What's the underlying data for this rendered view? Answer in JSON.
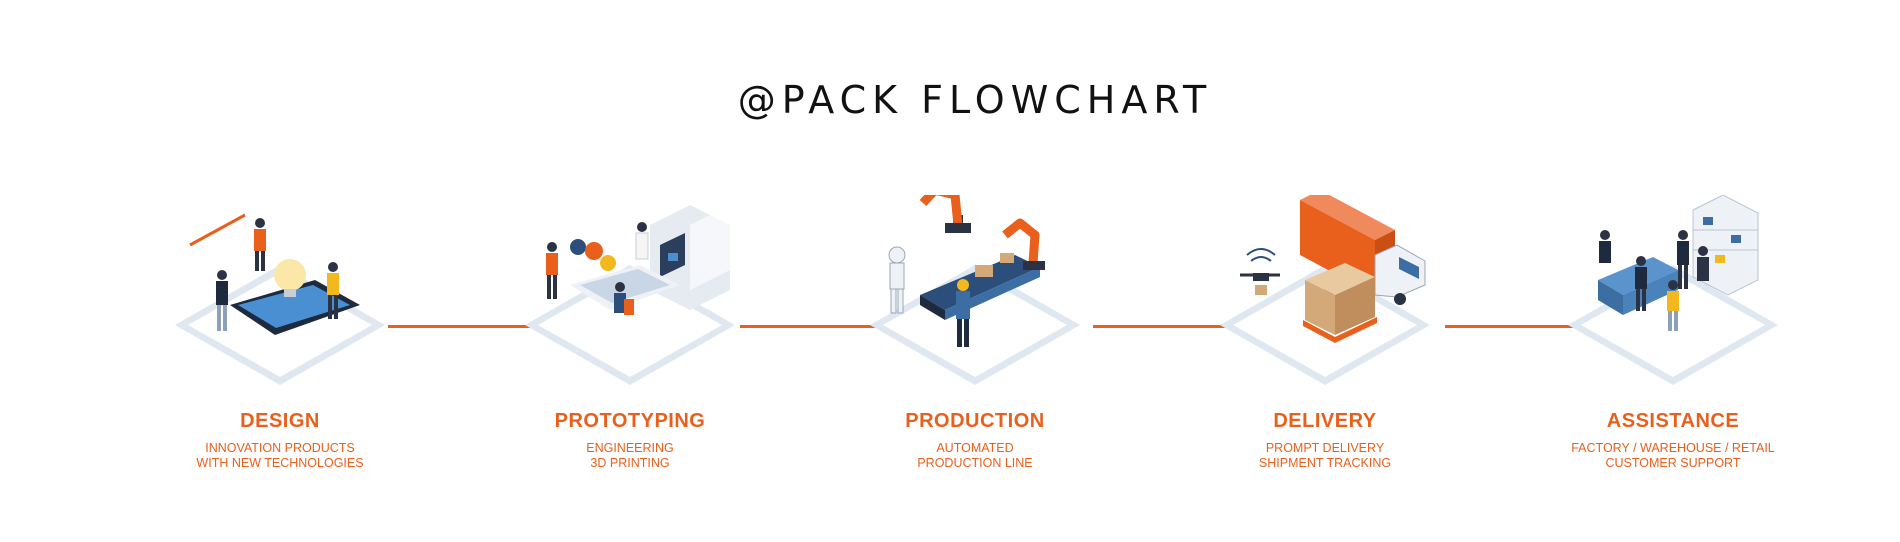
{
  "title": "@PACK FLOWCHART",
  "colors": {
    "accent": "#e8601c",
    "title": "#111111",
    "platform": "#dfe7f1"
  },
  "steps": [
    {
      "title": "DESIGN",
      "lines": [
        "INNOVATION PRODUCTS",
        "WITH NEW TECHNOLOGIES"
      ],
      "icon": "design-illustration"
    },
    {
      "title": "PROTOTYPING",
      "lines": [
        "ENGINEERING",
        "3D PRINTING"
      ],
      "icon": "prototyping-illustration"
    },
    {
      "title": "PRODUCTION",
      "lines": [
        "AUTOMATED",
        "PRODUCTION LINE"
      ],
      "icon": "production-illustration"
    },
    {
      "title": "DELIVERY",
      "lines": [
        "PROMPT DELIVERY",
        "SHIPMENT TRACKING"
      ],
      "icon": "delivery-illustration"
    },
    {
      "title": "ASSISTANCE",
      "lines": [
        "FACTORY / WAREHOUSE / RETAIL",
        "CUSTOMER SUPPORT"
      ],
      "icon": "assistance-illustration"
    }
  ]
}
